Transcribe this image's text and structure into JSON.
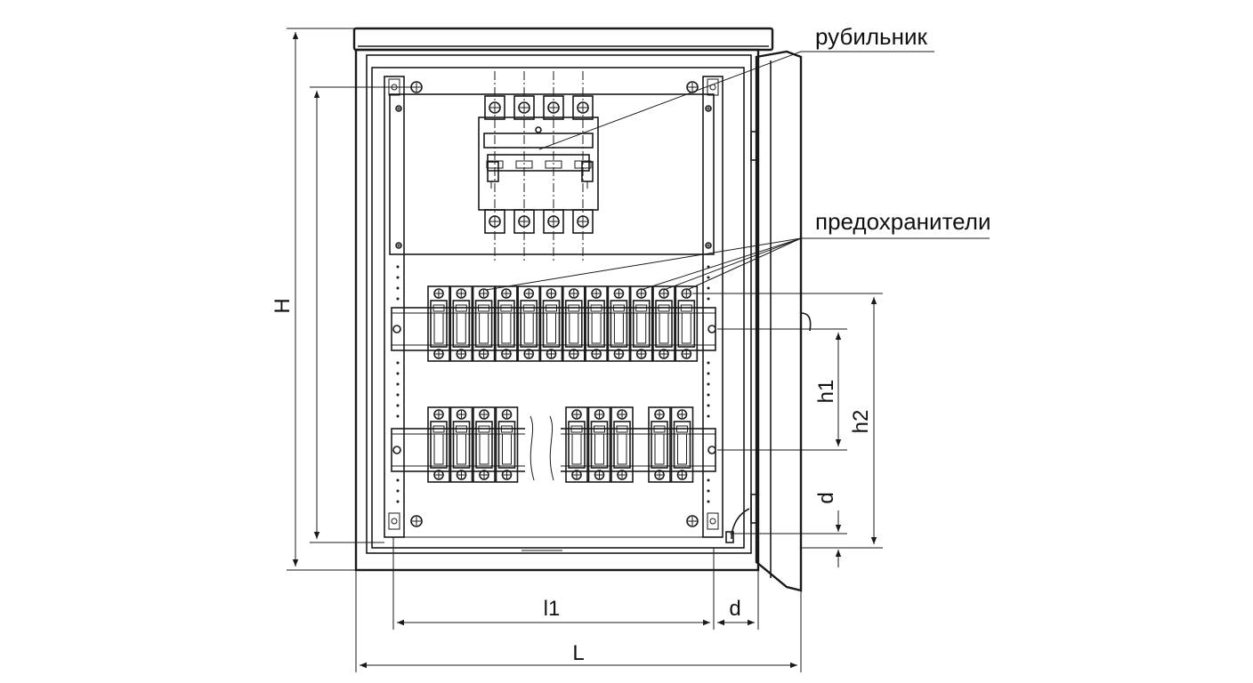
{
  "labels": {
    "switch": "рубильник",
    "fuses": "предохранители"
  },
  "dimensions": {
    "H": "H",
    "h1": "h1",
    "h2": "h2",
    "d_right": "d",
    "l1": "l1",
    "d_bottom": "d",
    "L": "L"
  },
  "colors": {
    "line": "#1a1a1a",
    "background": "#ffffff"
  },
  "components": {
    "top_rail_fuses": 12,
    "bottom_rail_fuses": 9,
    "switch_poles": 4
  }
}
